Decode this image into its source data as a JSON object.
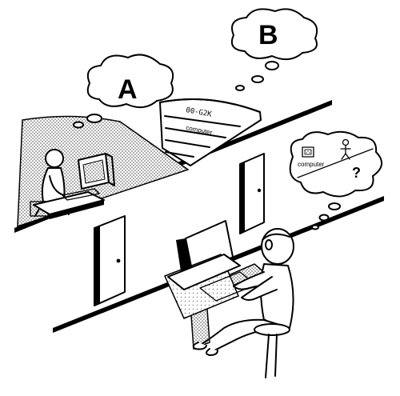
{
  "thought_a": {
    "label": "A"
  },
  "thought_b": {
    "label": "B"
  },
  "mainframe": {
    "brand": "00-G2K",
    "caption": "computer"
  },
  "thought_interrogator": {
    "computer_caption": "computer",
    "question_mark": "?"
  }
}
